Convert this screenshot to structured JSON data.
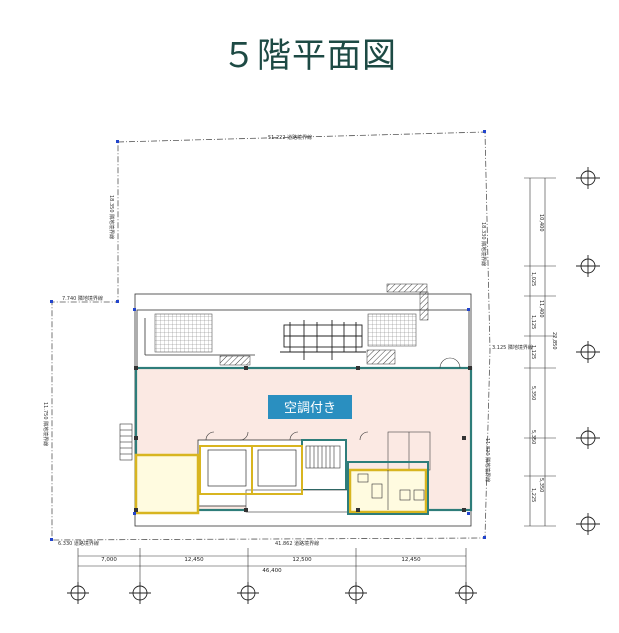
{
  "title": "５階平面図",
  "aircon_label": "空調付き",
  "top_dim": "51.222  道路境界線",
  "left_upper_dim": "18.350 隣地境界線",
  "left_mid_dim": "7.740  隣地境界線",
  "left_lower_dim": "11.750  隣地境界線",
  "bottom_left_dim": "6.330  道路境界線",
  "bottom_mid_dim": "41.862  道路境界線",
  "right_upper_dim": "18.330 隣地境界線",
  "right_mid_dim": "3.125 隣地境界線",
  "right_lower_dim": "11.820 隣地境界線",
  "bays": [
    "7,000",
    "12,450",
    "12,500",
    "12,450"
  ],
  "total_width": "46,400",
  "right_dims": [
    "10,400",
    "1,025",
    "11,400",
    "1,125",
    "1,125",
    "5,350",
    "5,350",
    "1,225",
    "5,350"
  ],
  "right_total": "22,850",
  "colors": {
    "title": "#1d4a44",
    "teal": "#2e7d7a",
    "yellow": "#d8b520",
    "pink_fill": "#fbe9e3",
    "label_bg": "#2a8fc0"
  }
}
